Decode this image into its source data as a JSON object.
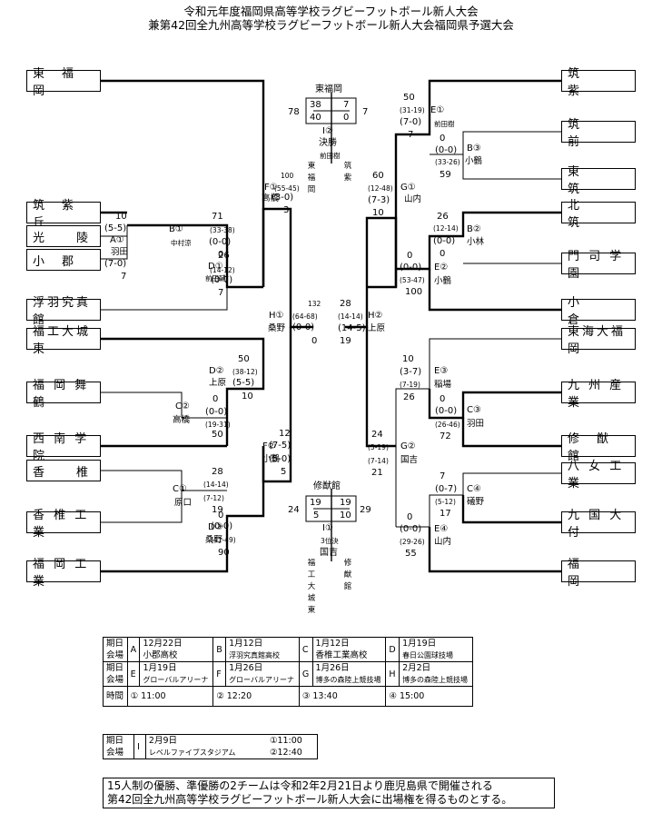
{
  "title": {
    "line1": "令和元年度福岡県高等学校ラグビーフットボール新人大会",
    "line2": "兼第42回全九州高等学校ラグビーフットボール新人大会福岡県予選大会"
  },
  "teams_left": [
    "東　福　岡",
    "筑　紫　丘",
    "光　　陵",
    "小　郡",
    "浮羽究真館",
    "福工大城東",
    "福 岡 舞 鶴",
    "西 南 学 院",
    "香　　椎",
    "香 椎 工 業",
    "福 岡 工 業"
  ],
  "teams_right": [
    "筑　　　紫",
    "筑　　　前",
    "東　　　筑",
    "北　　　筑",
    "門 司 学 園",
    "小　　　倉",
    "東海大福岡",
    "九 州 産 業",
    "修　猷　館",
    "八 女 工 業",
    "九 国 大 付",
    "福　　　岡"
  ],
  "final": {
    "venue_top": "東福岡",
    "left_total": "78",
    "right_total": "7",
    "h1_left": "38",
    "h2_left": "40",
    "h1_right": "7",
    "h2_right": "0",
    "game": "I②",
    "label": "決勝",
    "ref": "前田樹",
    "left_name": [
      "東",
      "福",
      "岡"
    ],
    "right_name": [
      "筑",
      "紫"
    ]
  },
  "third": {
    "venue_top": "修猷館",
    "left_total": "24",
    "right_total": "29",
    "h1_left": "19",
    "h2_left": "5",
    "h1_right": "19",
    "h2_right": "10",
    "game": "I①",
    "label": "3位決",
    "ref": "国吉",
    "left_name": [
      "福",
      "工",
      "大",
      "城",
      "東"
    ],
    "right_name": [
      "修",
      "猷",
      "館"
    ]
  },
  "labels": [
    [
      "100",
      "309",
      "188",
      "sm"
    ],
    [
      "F①",
      "291",
      "201",
      ""
    ],
    [
      "(55-45)",
      "302",
      "202",
      "sm"
    ],
    [
      "高橋",
      "288",
      "213",
      "mid"
    ],
    [
      "(3-0)",
      "299",
      "212",
      ""
    ],
    [
      "3",
      "312",
      "226",
      ""
    ],
    [
      "10",
      "127",
      "233",
      ""
    ],
    [
      "(5-5)",
      "115",
      "246",
      ""
    ],
    [
      "A①",
      "121",
      "259",
      ""
    ],
    [
      "羽田",
      "122",
      "272",
      "mid"
    ],
    [
      "(7-0)",
      "115",
      "285",
      ""
    ],
    [
      "7",
      "133",
      "299",
      ""
    ],
    [
      "B①",
      "186",
      "247",
      ""
    ],
    [
      "中村涼",
      "188",
      "262",
      "sm"
    ],
    [
      "71",
      "233",
      "233",
      ""
    ],
    [
      "(33-38)",
      "231",
      "248",
      "sm"
    ],
    [
      "(0-0)",
      "230",
      "261",
      ""
    ],
    [
      "0",
      "240",
      "275",
      ""
    ],
    [
      "26",
      "240",
      "276",
      ""
    ],
    [
      "D①",
      "229",
      "288",
      ""
    ],
    [
      "(14-12)",
      "231",
      "292",
      "sm"
    ],
    [
      "前田輔",
      "226",
      "301",
      "sm"
    ],
    [
      "(0-7)",
      "232",
      "303",
      ""
    ],
    [
      "7",
      "240",
      "317",
      ""
    ],
    [
      "132",
      "339",
      "329",
      "sm"
    ],
    [
      "H①",
      "296",
      "342",
      ""
    ],
    [
      "(64-68)",
      "322",
      "343",
      "sm"
    ],
    [
      "桑野",
      "295",
      "356",
      "mid"
    ],
    [
      "(0-0)",
      "322",
      "355",
      ""
    ],
    [
      "0",
      "343",
      "370",
      ""
    ],
    [
      "28",
      "374",
      "329",
      ""
    ],
    [
      "(14-14)",
      "372",
      "343",
      "sm"
    ],
    [
      "H②",
      "405",
      "342",
      ""
    ],
    [
      "(14-5)",
      "372",
      "356",
      ""
    ],
    [
      "上原",
      "405",
      "356",
      "mid"
    ],
    [
      "19",
      "374",
      "370",
      ""
    ],
    [
      "50",
      "262",
      "390",
      ""
    ],
    [
      "D②",
      "230",
      "403",
      ""
    ],
    [
      "(38-12)",
      "256",
      "404",
      "sm"
    ],
    [
      "上原",
      "230",
      "416",
      "mid"
    ],
    [
      "(5-5)",
      "256",
      "416",
      ""
    ],
    [
      "10",
      "266",
      "431",
      ""
    ],
    [
      "0",
      "234",
      "434",
      ""
    ],
    [
      "C②",
      "193",
      "442",
      ""
    ],
    [
      "(0-0)",
      "226",
      "448",
      ""
    ],
    [
      "高橋",
      "190",
      "457",
      "mid"
    ],
    [
      "(19-31)",
      "226",
      "462",
      "sm"
    ],
    [
      "50",
      "233",
      "473",
      ""
    ],
    [
      "12",
      "307",
      "472",
      ""
    ],
    [
      "F②",
      "289",
      "486",
      ""
    ],
    [
      "(7-5)",
      "296",
      "485",
      ""
    ],
    [
      "小鶴",
      "289",
      "500",
      "mid"
    ],
    [
      "(5-0)",
      "296",
      "500",
      ""
    ],
    [
      "5",
      "309",
      "514",
      ""
    ],
    [
      "28",
      "233",
      "514",
      ""
    ],
    [
      "(14-14)",
      "224",
      "528",
      "sm"
    ],
    [
      "C①",
      "190",
      "533",
      ""
    ],
    [
      "(7-12)",
      "224",
      "543",
      "sm"
    ],
    [
      "原口",
      "192",
      "548",
      "mid"
    ],
    [
      "19",
      "233",
      "556",
      ""
    ],
    [
      "0",
      "240",
      "562",
      ""
    ],
    [
      "D③",
      "229",
      "575",
      ""
    ],
    [
      "(0-0)",
      "232",
      "574",
      ""
    ],
    [
      "桑野",
      "226",
      "589",
      "mid"
    ],
    [
      "(41-49)",
      "232",
      "589",
      "sm"
    ],
    [
      "90",
      "240",
      "603",
      ""
    ],
    [
      "50",
      "444",
      "102",
      ""
    ],
    [
      "E①",
      "474",
      "116",
      ""
    ],
    [
      "(31-19)",
      "440",
      "116",
      "sm"
    ],
    [
      "(7-0)",
      "440",
      "129",
      ""
    ],
    [
      "前田樹",
      "478",
      "131",
      "sm"
    ],
    [
      "7",
      "449",
      "143",
      ""
    ],
    [
      "0",
      "484",
      "147",
      ""
    ],
    [
      "(0-0)",
      "479",
      "160",
      ""
    ],
    [
      "B③",
      "514",
      "158",
      ""
    ],
    [
      "(33-26)",
      "479",
      "173",
      "sm"
    ],
    [
      "小鶴",
      "512",
      "172",
      "mid"
    ],
    [
      "59",
      "484",
      "187",
      ""
    ],
    [
      "60",
      "410",
      "188",
      ""
    ],
    [
      "(12-48)",
      "405",
      "202",
      "sm"
    ],
    [
      "G①",
      "441",
      "201",
      ""
    ],
    [
      "(7-3)",
      "405",
      "215",
      ""
    ],
    [
      "山内",
      "445",
      "214",
      "mid"
    ],
    [
      "10",
      "410",
      "229",
      ""
    ],
    [
      "26",
      "481",
      "233",
      ""
    ],
    [
      "(12-14)",
      "477",
      "246",
      "sm"
    ],
    [
      "B②",
      "514",
      "247",
      ""
    ],
    [
      "(0-0)",
      "477",
      "260",
      ""
    ],
    [
      "小林",
      "514",
      "261",
      "mid"
    ],
    [
      "0",
      "484",
      "274",
      ""
    ],
    [
      "0",
      "448",
      "276",
      ""
    ],
    [
      "(0-0)",
      "440",
      "289",
      ""
    ],
    [
      "E②",
      "478",
      "289",
      ""
    ],
    [
      "(53-47)",
      "440",
      "303",
      "sm"
    ],
    [
      "小鶴",
      "478",
      "304",
      "mid"
    ],
    [
      "100",
      "446",
      "316",
      ""
    ],
    [
      "10",
      "443",
      "390",
      ""
    ],
    [
      "(3-7)",
      "440",
      "404",
      ""
    ],
    [
      "E③",
      "478",
      "403",
      ""
    ],
    [
      "(7-19)",
      "440",
      "418",
      "sm"
    ],
    [
      "稲場",
      "478",
      "418",
      "mid"
    ],
    [
      "26",
      "444",
      "432",
      ""
    ],
    [
      "0",
      "484",
      "434",
      ""
    ],
    [
      "(0-0)",
      "479",
      "447",
      ""
    ],
    [
      "C③",
      "514",
      "446",
      ""
    ],
    [
      "(26-46)",
      "479",
      "462",
      "sm"
    ],
    [
      "羽田",
      "514",
      "461",
      "mid"
    ],
    [
      "72",
      "484",
      "475",
      ""
    ],
    [
      "24",
      "409",
      "473",
      ""
    ],
    [
      "(5-19)",
      "405",
      "487",
      "sm"
    ],
    [
      "G②",
      "441",
      "486",
      ""
    ],
    [
      "(7-14)",
      "405",
      "502",
      "sm"
    ],
    [
      "国吉",
      "441",
      "501",
      "mid"
    ],
    [
      "21",
      "409",
      "515",
      ""
    ],
    [
      "7",
      "484",
      "519",
      ""
    ],
    [
      "(0-7)",
      "479",
      "533",
      ""
    ],
    [
      "C④",
      "514",
      "533",
      ""
    ],
    [
      "(5-12)",
      "479",
      "547",
      "sm"
    ],
    [
      "礒野",
      "514",
      "547",
      "mid"
    ],
    [
      "17",
      "484",
      "560",
      ""
    ],
    [
      "0",
      "448",
      "564",
      ""
    ],
    [
      "(0-0)",
      "440",
      "577",
      ""
    ],
    [
      "E④",
      "478",
      "577",
      ""
    ],
    [
      "(29-26)",
      "440",
      "591",
      "sm"
    ],
    [
      "山内",
      "478",
      "591",
      "mid"
    ],
    [
      "55",
      "446",
      "604",
      ""
    ]
  ],
  "schedule1": {
    "r1": [
      "期日",
      "A",
      "12月22日",
      "B",
      "1月12日",
      "C",
      "1月12日",
      "D",
      "1月19日"
    ],
    "r1b": [
      "会場",
      "小郡高校",
      "浮羽究真館高校",
      "香椎工業高校",
      "春日公園球技場"
    ],
    "r2": [
      "期日",
      "E",
      "1月19日",
      "F",
      "1月26日",
      "G",
      "1月26日",
      "H",
      "2月2日"
    ],
    "r2b": [
      "会場",
      "グローバルアリーナ",
      "グローバルアリーナ",
      "博多の森陸上競技場",
      "博多の森陸上競技場"
    ],
    "r3": [
      "時間",
      "① 11:00",
      "② 12:20",
      "③ 13:40",
      "④ 15:00"
    ]
  },
  "schedule2": {
    "date_label": "期日",
    "venue_label": "会場",
    "game": "I",
    "date": "2月9日",
    "venue": "レベルファイブスタジアム",
    "t1": "①11:00",
    "t2": "②12:40"
  },
  "note": {
    "line1": "15人制の優勝、準優勝の2チームは令和2年2月21日より鹿児島県で開催される",
    "line2": "第42回全九州高等学校ラグビーフットボール新人大会に出場権を得るものとする。"
  }
}
